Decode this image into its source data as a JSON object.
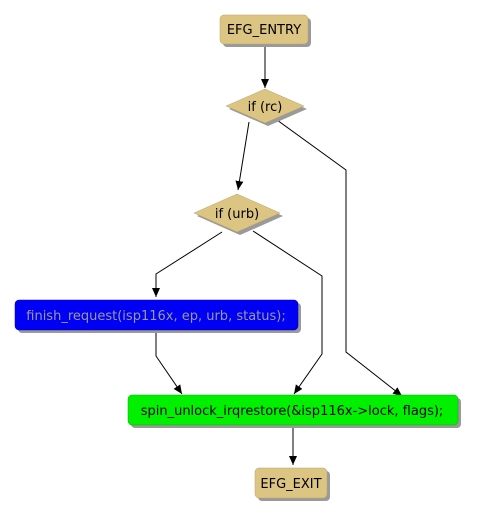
{
  "colors": {
    "terminal_fill": "#dcc482",
    "decision_fill": "#dcc482",
    "call_fill": "#0000f5",
    "unlock_fill": "#00f000",
    "shadow": "#9a9a9a",
    "edge": "#000000",
    "node_text": "#000000",
    "call_text": "#9a9a9a"
  },
  "nodes": {
    "entry": "EFG_ENTRY",
    "if_rc": "if (rc)",
    "if_urb": "if (urb)",
    "finish_request": "finish_request(isp116x, ep, urb, status);",
    "spin_unlock": "spin_unlock_irqrestore(&isp116x->lock, flags);",
    "exit": "EFG_EXIT"
  }
}
